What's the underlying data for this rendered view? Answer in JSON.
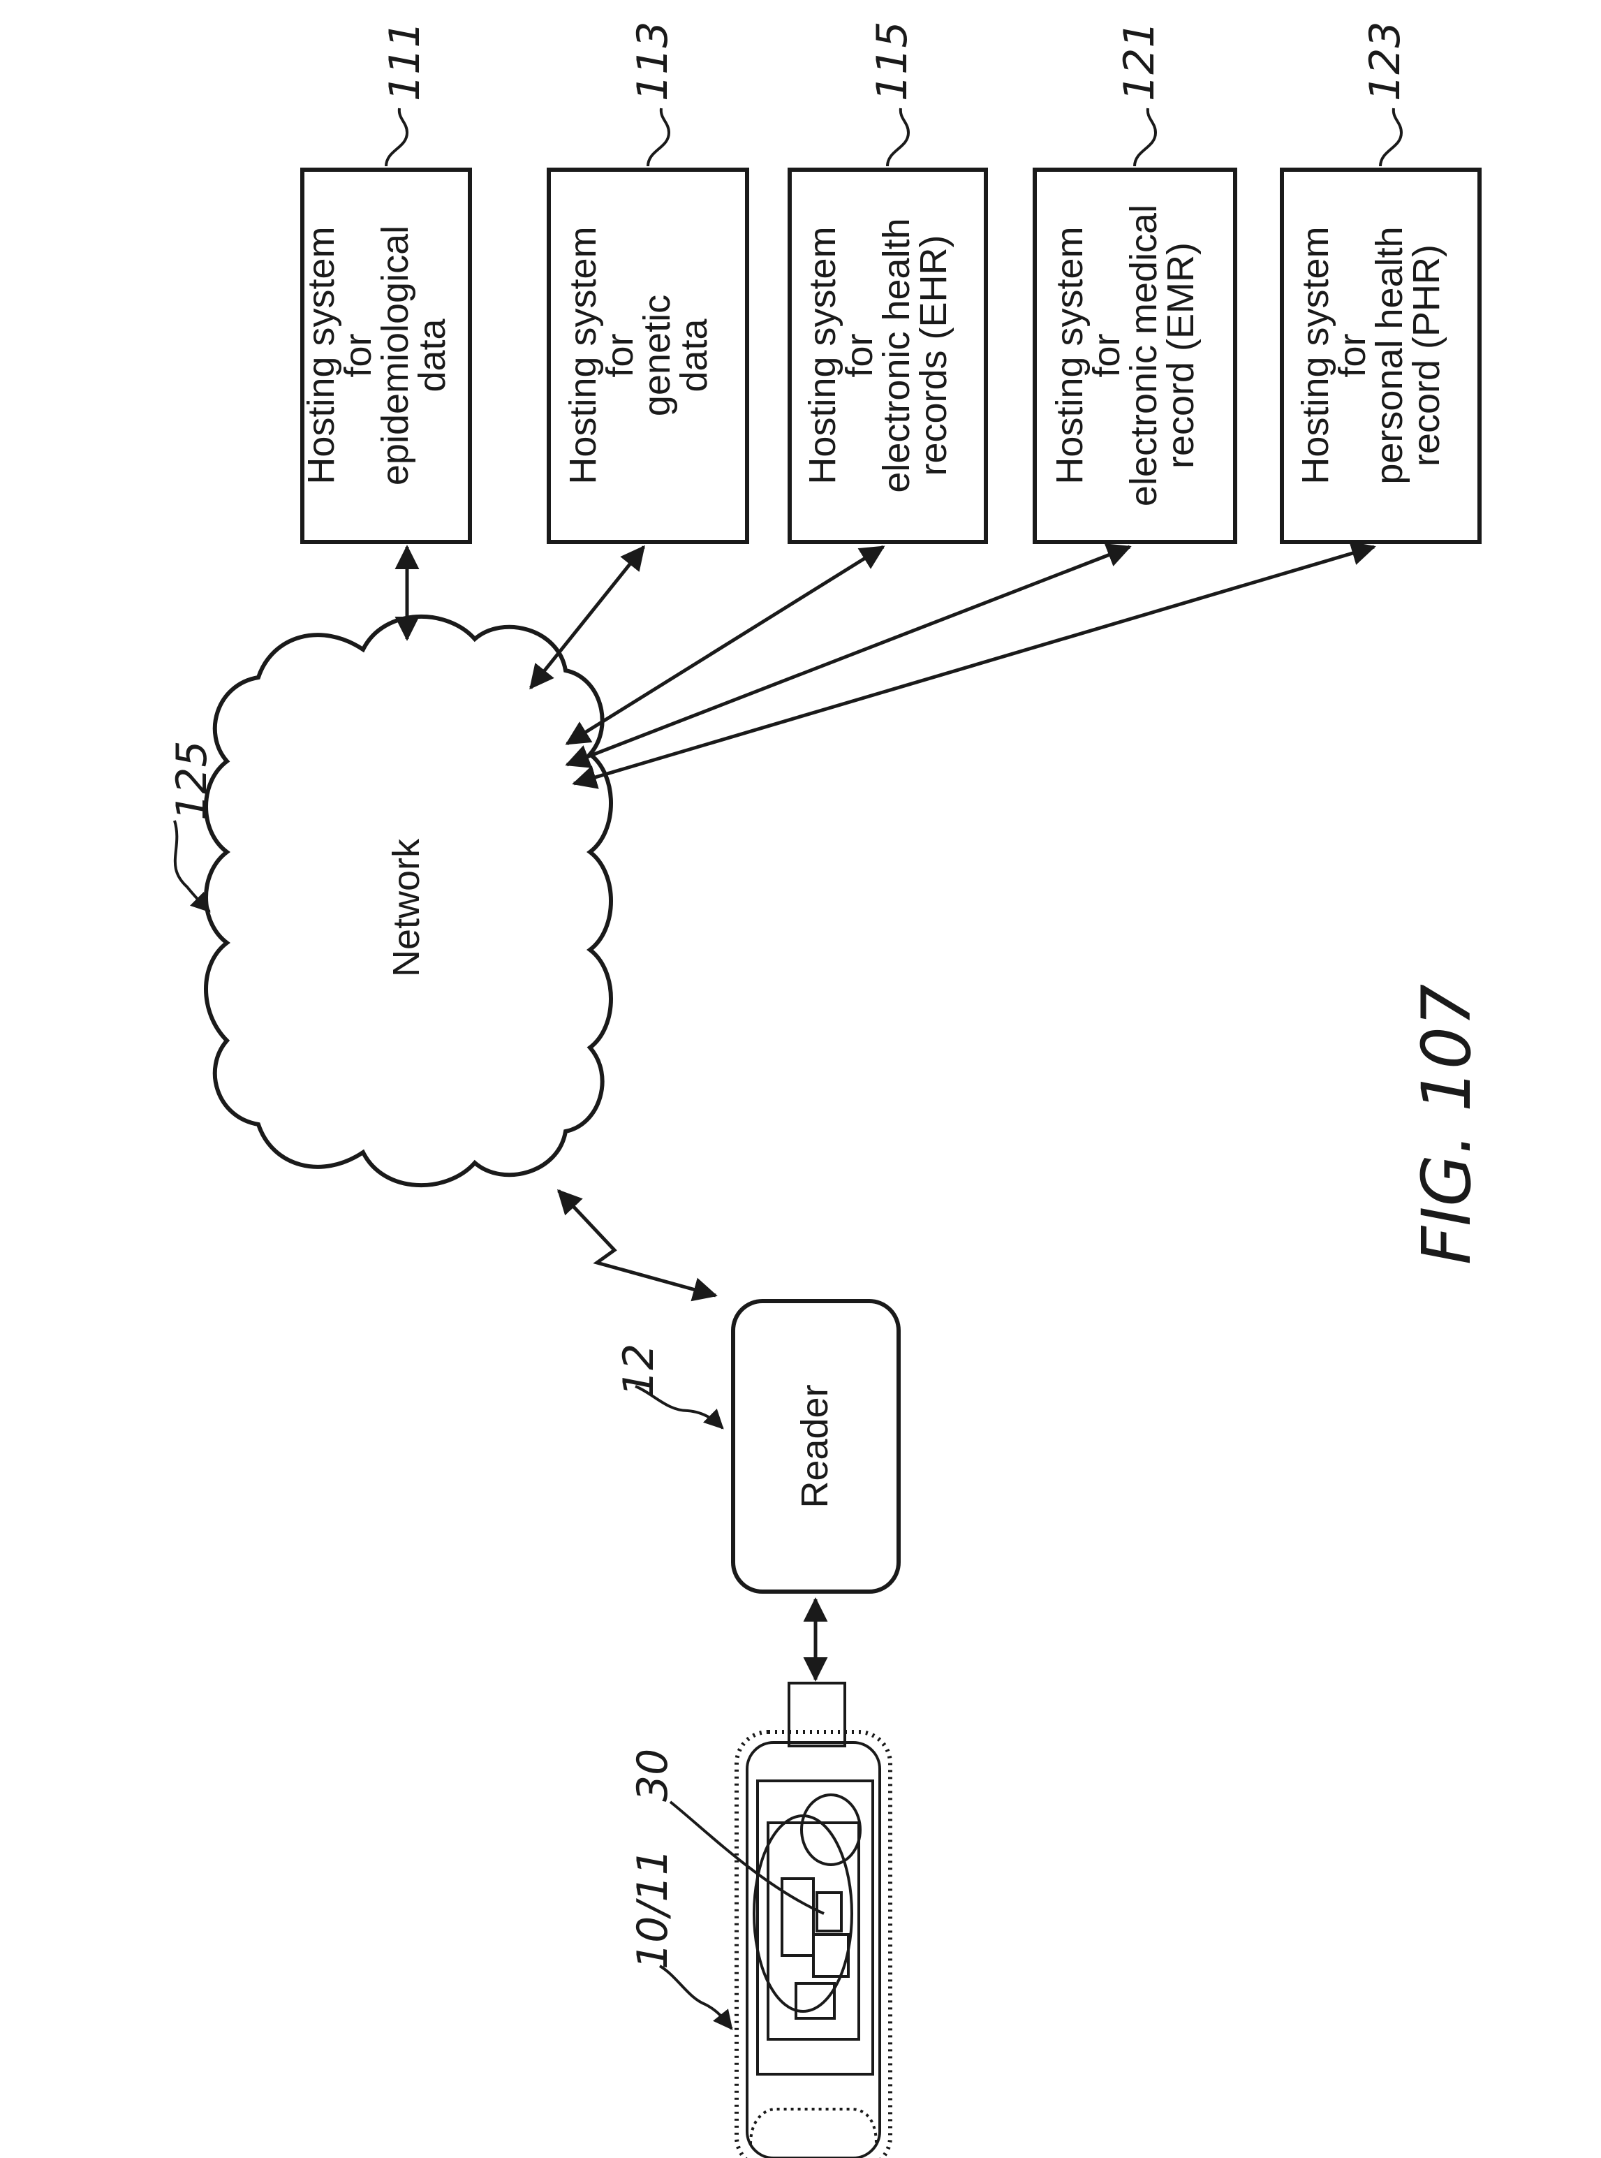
{
  "boxes": [
    {
      "ref": "111",
      "lines": [
        "Hosting system",
        "for",
        "epidemiological",
        "data"
      ]
    },
    {
      "ref": "113",
      "lines": [
        "Hosting system",
        "for",
        "genetic",
        "data"
      ]
    },
    {
      "ref": "115",
      "lines": [
        "Hosting system",
        "for",
        "electronic health",
        "records (EHR)"
      ]
    },
    {
      "ref": "121",
      "lines": [
        "Hosting system",
        "for",
        "electronic medical",
        "record (EMR)"
      ]
    },
    {
      "ref": "123",
      "lines": [
        "Hosting system",
        "for",
        "personal health",
        "record (PHR)"
      ]
    }
  ],
  "network": {
    "label": "Network",
    "ref": "125"
  },
  "reader": {
    "label": "Reader",
    "ref": "12"
  },
  "device": {
    "ref": "10/11",
    "chip_ref": "30"
  },
  "figure_label": "FIG. 107"
}
